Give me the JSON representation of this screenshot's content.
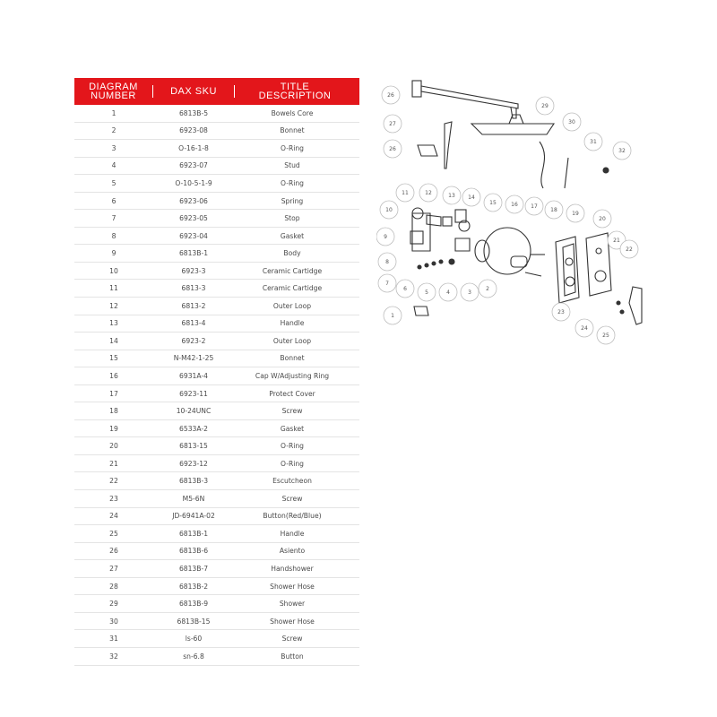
{
  "table": {
    "headers": {
      "number": "DIAGRAM\nNUMBER",
      "sku": "DAX SKU",
      "title": "TITLE\nDESCRIPTION"
    },
    "rows": [
      {
        "num": "1",
        "sku": "6813B-5",
        "desc": "Bowels Core"
      },
      {
        "num": "2",
        "sku": "6923-08",
        "desc": "Bonnet"
      },
      {
        "num": "3",
        "sku": "O-16-1-8",
        "desc": "O-Ring"
      },
      {
        "num": "4",
        "sku": "6923-07",
        "desc": "Stud"
      },
      {
        "num": "5",
        "sku": "O-10-5-1-9",
        "desc": "O-Ring"
      },
      {
        "num": "6",
        "sku": "6923-06",
        "desc": "Spring"
      },
      {
        "num": "7",
        "sku": "6923-05",
        "desc": "Stop"
      },
      {
        "num": "8",
        "sku": "6923-04",
        "desc": "Gasket"
      },
      {
        "num": "9",
        "sku": "6813B-1",
        "desc": "Body"
      },
      {
        "num": "10",
        "sku": "6923-3",
        "desc": "Ceramic Cartidge"
      },
      {
        "num": "11",
        "sku": "6813-3",
        "desc": "Ceramic Cartidge"
      },
      {
        "num": "12",
        "sku": "6813-2",
        "desc": "Outer Loop"
      },
      {
        "num": "13",
        "sku": "6813-4",
        "desc": "Handle"
      },
      {
        "num": "14",
        "sku": "6923-2",
        "desc": "Outer Loop"
      },
      {
        "num": "15",
        "sku": "N-M42-1-25",
        "desc": "Bonnet"
      },
      {
        "num": "16",
        "sku": "6931A-4",
        "desc": "Cap W/Adjusting Ring"
      },
      {
        "num": "17",
        "sku": "6923-11",
        "desc": "Protect Cover"
      },
      {
        "num": "18",
        "sku": "10-24UNC",
        "desc": "Screw"
      },
      {
        "num": "19",
        "sku": "6533A-2",
        "desc": "Gasket"
      },
      {
        "num": "20",
        "sku": "6813-15",
        "desc": "O-Ring"
      },
      {
        "num": "21",
        "sku": "6923-12",
        "desc": "O-Ring"
      },
      {
        "num": "22",
        "sku": "6813B-3",
        "desc": "Escutcheon"
      },
      {
        "num": "23",
        "sku": "M5-6N",
        "desc": "Screw"
      },
      {
        "num": "24",
        "sku": "JD-6941A-02",
        "desc": "Button(Red/Blue)"
      },
      {
        "num": "25",
        "sku": "6813B-1",
        "desc": "Handle"
      },
      {
        "num": "26",
        "sku": "6813B-6",
        "desc": "Asiento"
      },
      {
        "num": "27",
        "sku": "6813B-7",
        "desc": "Handshower"
      },
      {
        "num": "28",
        "sku": "6813B-2",
        "desc": "Shower Hose"
      },
      {
        "num": "29",
        "sku": "6813B-9",
        "desc": "Shower"
      },
      {
        "num": "30",
        "sku": "6813B-15",
        "desc": "Shower Hose"
      },
      {
        "num": "31",
        "sku": "ls-60",
        "desc": "Screw"
      },
      {
        "num": "32",
        "sku": "sn-6.8",
        "desc": "Button"
      }
    ]
  },
  "diagram": {
    "callouts": [
      "26",
      "29",
      "27",
      "30",
      "26",
      "31",
      "32",
      "11",
      "12",
      "13",
      "14",
      "15",
      "16",
      "17",
      "18",
      "19",
      "20",
      "21",
      "22",
      "10",
      "9",
      "8",
      "7",
      "6",
      "5",
      "4",
      "3",
      "2",
      "1",
      "23",
      "24",
      "25"
    ]
  },
  "colors": {
    "header_bg": "#e3161b",
    "header_text": "#ffffff",
    "row_border": "#e4e4e4",
    "text": "#4a4a4a"
  }
}
